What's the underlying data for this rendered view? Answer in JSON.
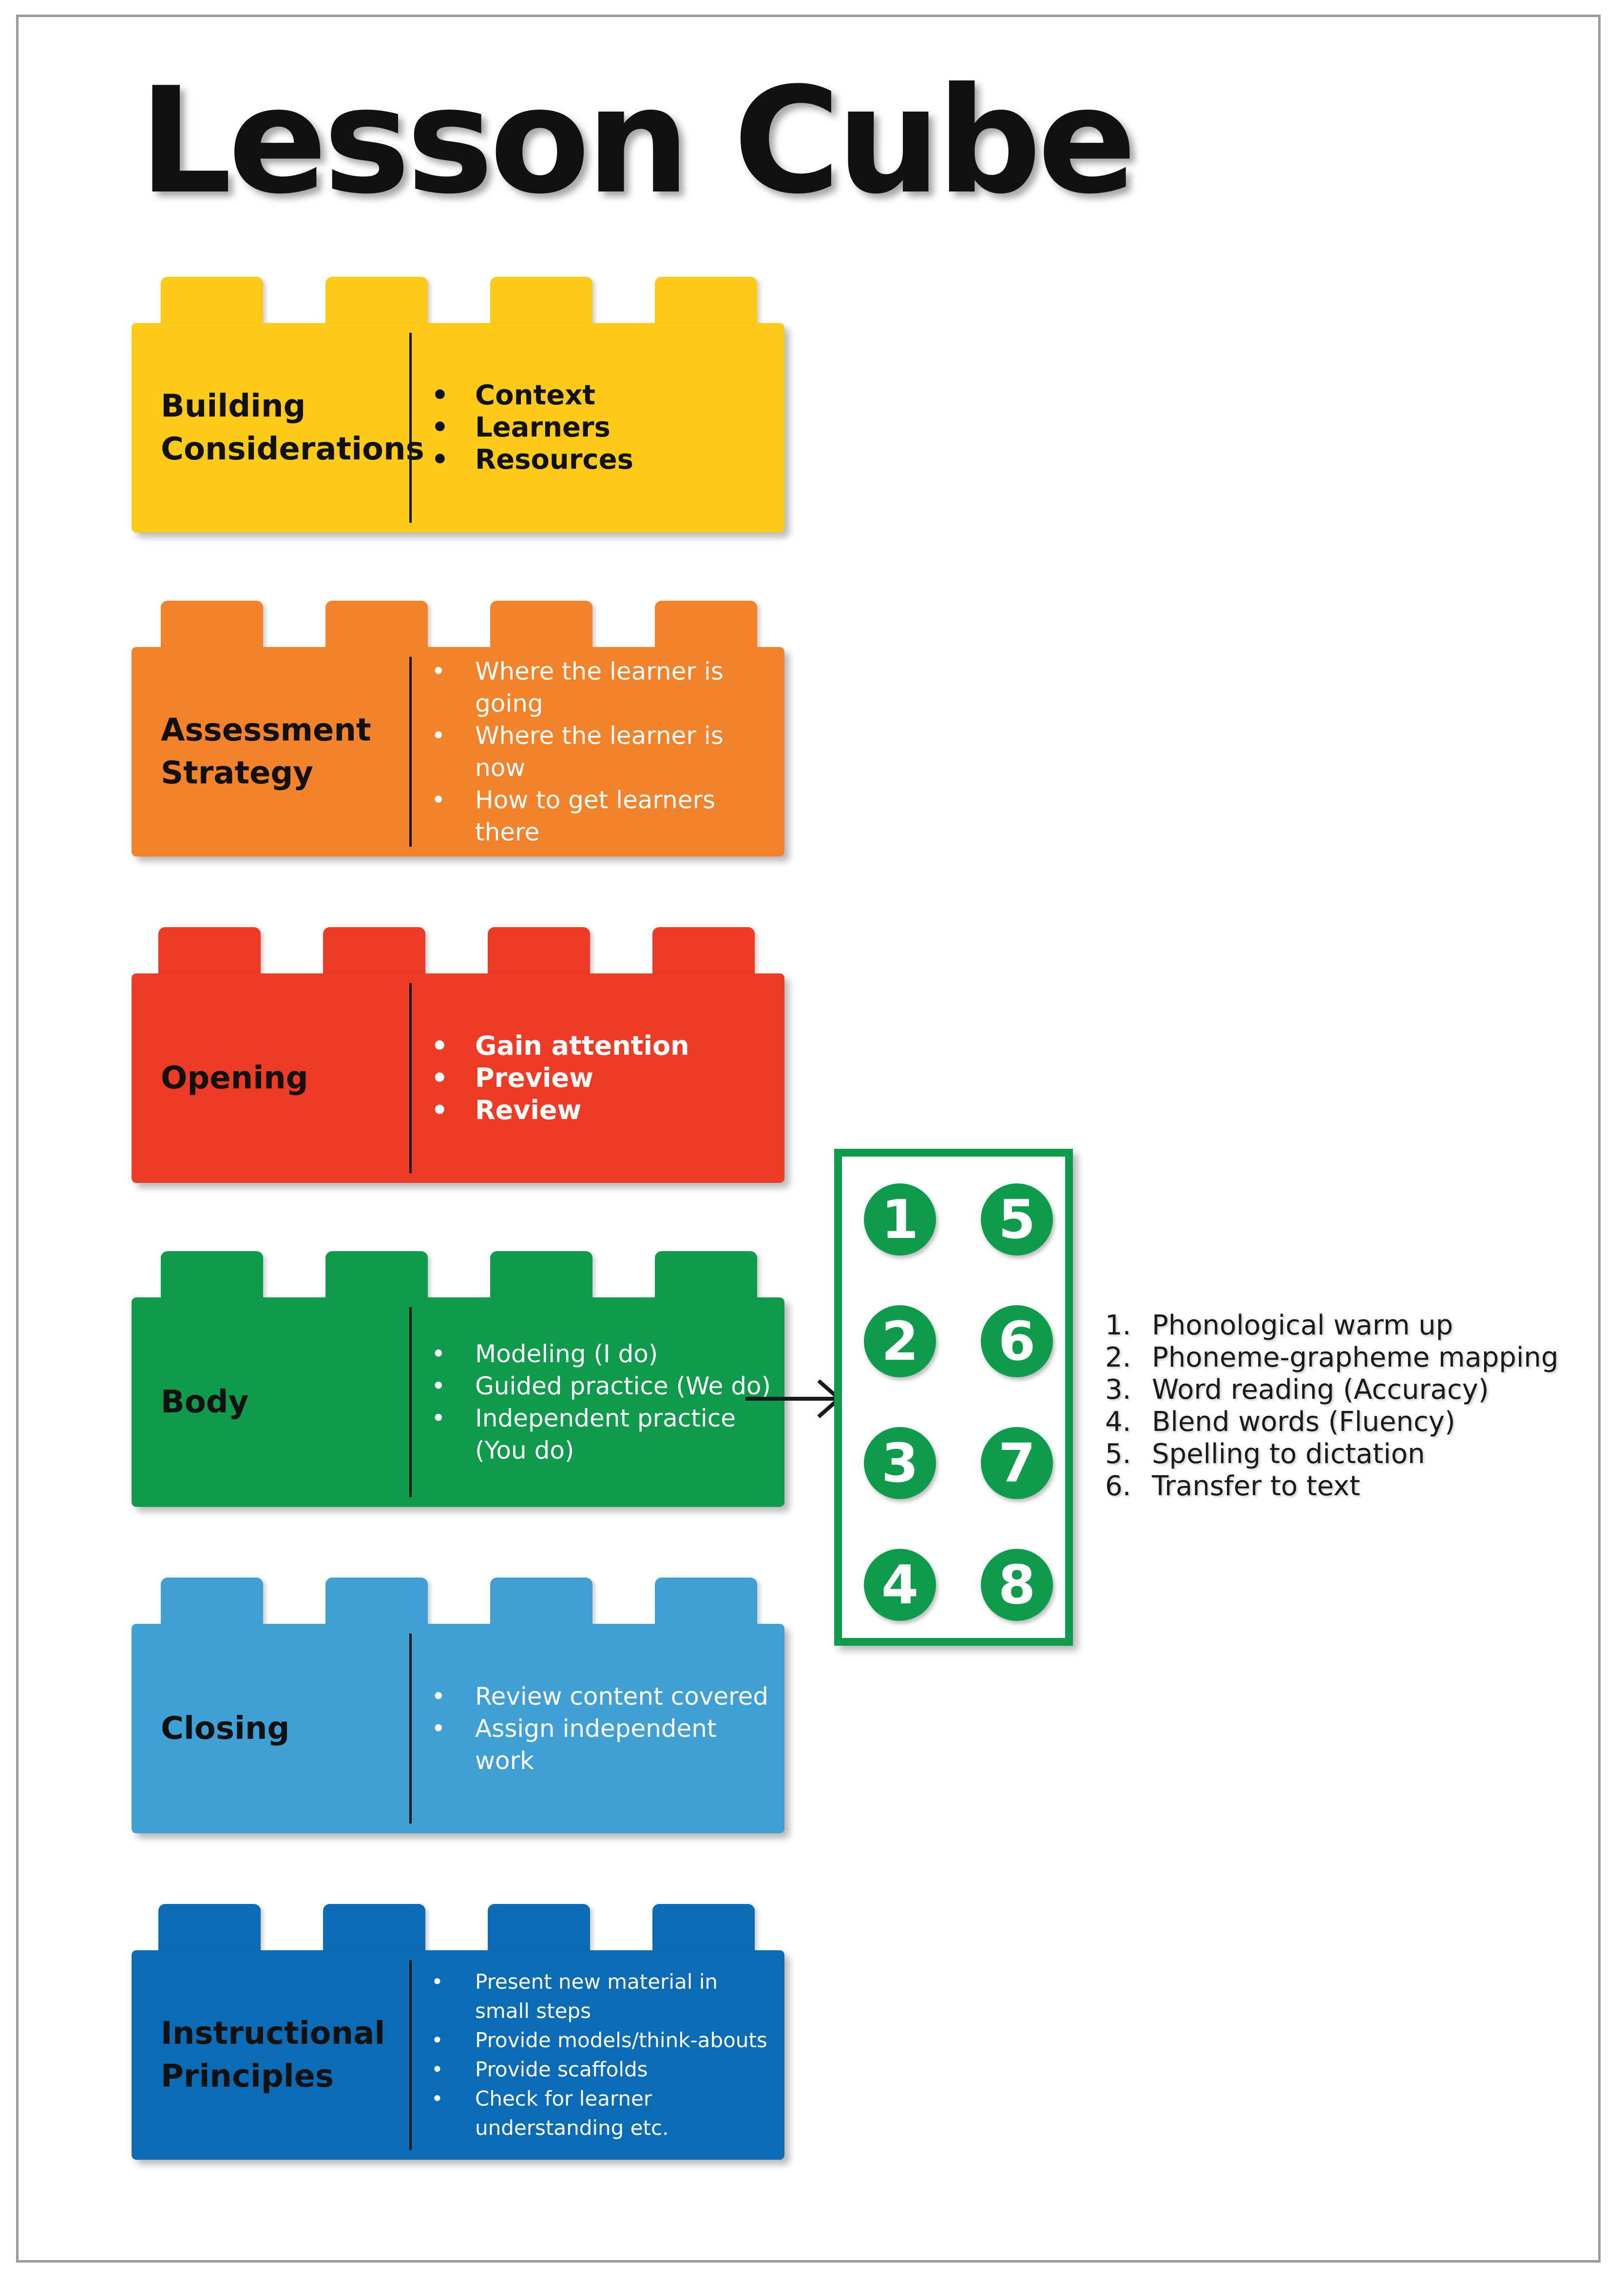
{
  "title": "Lesson Cube",
  "bricks": [
    {
      "label": "Building Considerations",
      "items": [
        "Context",
        "Learners",
        "Resources"
      ],
      "color": "#fdcb17"
    },
    {
      "label": "Assessment Strategy",
      "items": [
        "Where the learner is going",
        "Where the learner is now",
        "How to get learners there"
      ],
      "color": "#f3822a"
    },
    {
      "label": "Opening",
      "items": [
        "Gain attention",
        "Preview",
        "Review"
      ],
      "color": "#ee3b25"
    },
    {
      "label": "Body",
      "items": [
        "Modeling (I do)",
        "Guided practice (We do)",
        "Independent practice (You do)"
      ],
      "color": "#0f9b4c"
    },
    {
      "label": "Closing",
      "items": [
        "Review content covered",
        "Assign independent work"
      ],
      "color": "#40a0d6"
    },
    {
      "label": "Instructional Principles",
      "items": [
        "Present new material in small steps",
        "Provide models/think-abouts",
        "Provide scaffolds",
        "Check for learner understanding etc."
      ],
      "color": "#0b6cb5"
    }
  ],
  "grid_numbers": [
    "1",
    "5",
    "2",
    "6",
    "3",
    "7",
    "4",
    "8"
  ],
  "steps": [
    {
      "n": "1.",
      "text": "Phonological warm up"
    },
    {
      "n": "2.",
      "text": "Phoneme-grapheme mapping"
    },
    {
      "n": "3.",
      "text": "Word reading (Accuracy)"
    },
    {
      "n": "4.",
      "text": "Blend words (Fluency)"
    },
    {
      "n": "5.",
      "text": "Spelling to dictation"
    },
    {
      "n": "6.",
      "text": "Transfer to text"
    }
  ]
}
